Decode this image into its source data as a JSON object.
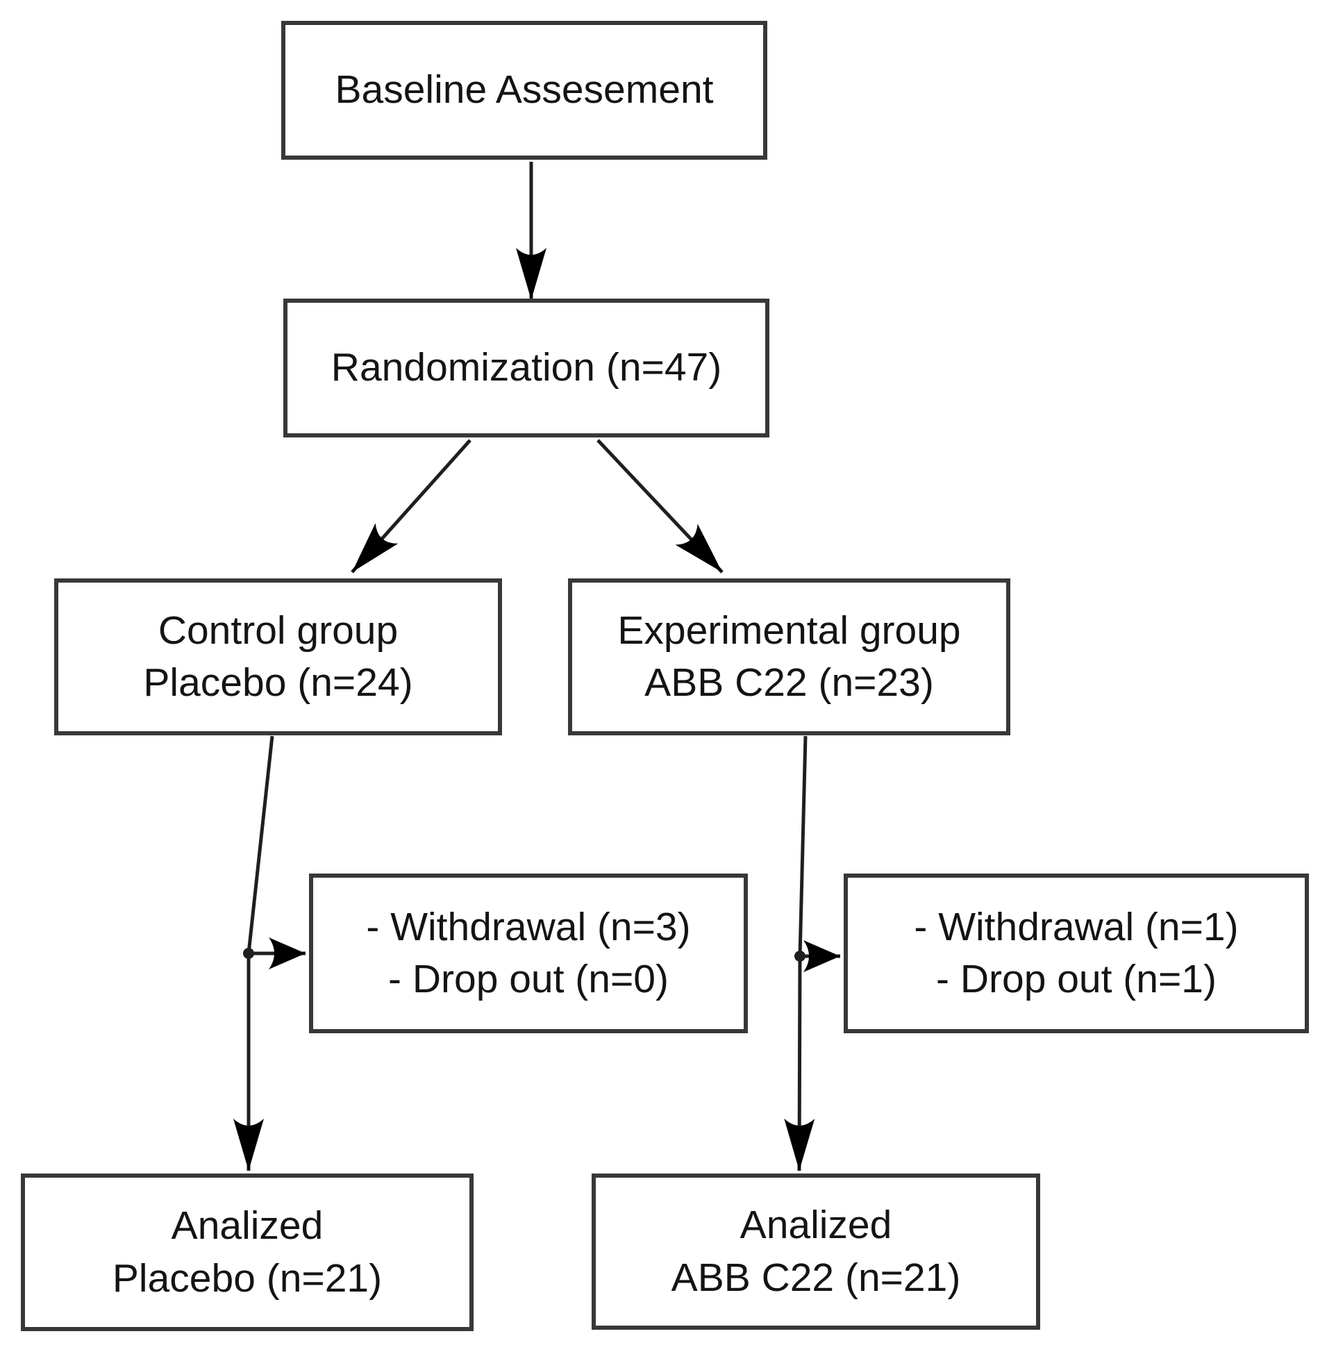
{
  "diagram": {
    "type": "trial-flowchart",
    "nodes": {
      "baseline": {
        "label": "Baseline Assesement"
      },
      "randomization": {
        "label": "Randomization (n=47)"
      },
      "control": {
        "line1": "Control group",
        "line2": "Placebo (n=24)"
      },
      "experimental": {
        "line1": "Experimental group",
        "line2": "ABB C22 (n=23)"
      },
      "control_attrition": {
        "line1": "- Withdrawal (n=3)",
        "line2": "- Drop out (n=0)"
      },
      "experimental_attrition": {
        "line1": "- Withdrawal (n=1)",
        "line2": "- Drop out (n=1)"
      },
      "control_analyzed": {
        "line1": "Analized",
        "line2": "Placebo (n=21)"
      },
      "experimental_analyzed": {
        "line1": "Analized",
        "line2": "ABB C22 (n=21)"
      }
    },
    "edges": [
      {
        "from": "baseline",
        "to": "randomization"
      },
      {
        "from": "randomization",
        "to": "control"
      },
      {
        "from": "randomization",
        "to": "experimental"
      },
      {
        "from": "control",
        "to": "control_attrition"
      },
      {
        "from": "control",
        "to": "control_analyzed"
      },
      {
        "from": "experimental",
        "to": "experimental_attrition"
      },
      {
        "from": "experimental",
        "to": "experimental_analyzed"
      }
    ]
  },
  "colors": {
    "background": "#ffffff",
    "box_border": "#383838",
    "text": "#141414",
    "line": "#1f1f1f",
    "arrowhead": "#000000"
  }
}
